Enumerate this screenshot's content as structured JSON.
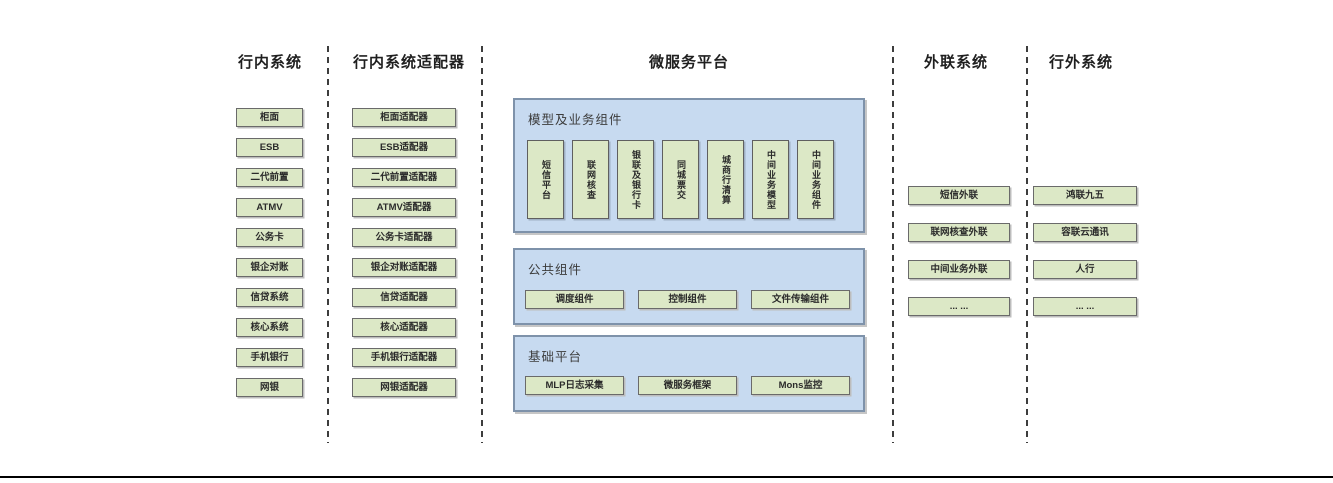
{
  "headers": {
    "col1": "行内系统",
    "col2": "行内系统适配器",
    "col3": "微服务平台",
    "col4": "外联系统",
    "col5": "行外系统"
  },
  "col1_items": [
    "柜面",
    "ESB",
    "二代前置",
    "ATMV",
    "公务卡",
    "银企对账",
    "信贷系统",
    "核心系统",
    "手机银行",
    "网银"
  ],
  "col2_items": [
    "柜面适配器",
    "ESB适配器",
    "二代前置适配器",
    "ATMV适配器",
    "公务卡适配器",
    "银企对账适配器",
    "信贷适配器",
    "核心适配器",
    "手机银行适配器",
    "网银适配器"
  ],
  "platform": {
    "model_panel": {
      "title": "模型及业务组件",
      "items": [
        "短信平台",
        "联网核查",
        "银联及银行卡",
        "同城票交",
        "城商行清算",
        "中间业务模型",
        "中间业务组件"
      ]
    },
    "common_panel": {
      "title": "公共组件",
      "items": [
        "调度组件",
        "控制组件",
        "文件传输组件"
      ]
    },
    "base_panel": {
      "title": "基础平台",
      "items": [
        "MLP日志采集",
        "微服务框架",
        "Mons监控"
      ]
    }
  },
  "col4_items": [
    "短信外联",
    "联网核查外联",
    "中间业务外联",
    "... ..."
  ],
  "col5_items": [
    "鸿联九五",
    "容联云通讯",
    "人行",
    "... ..."
  ],
  "colors": {
    "green_fill": "#dce8c6",
    "green_border": "#6a6a6a",
    "blue_fill": "#c7daf0",
    "blue_border": "#7e92aa",
    "divider": "#3d3d3d",
    "bottom_line": "#000000"
  }
}
